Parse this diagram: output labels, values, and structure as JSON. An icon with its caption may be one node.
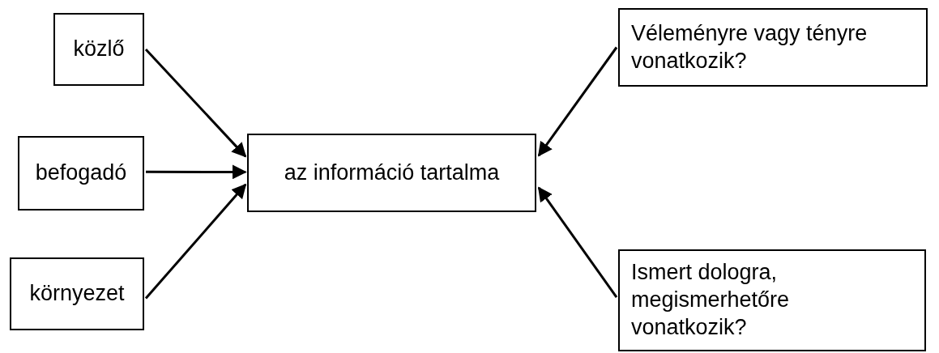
{
  "diagram": {
    "nodes": [
      {
        "text": [
          "közlő"
        ]
      },
      {
        "text": [
          "befogadó"
        ]
      },
      {
        "text": [
          "környezet"
        ]
      },
      {
        "text": [
          "az információ tartalma"
        ]
      },
      {
        "text": [
          "Véleményre vagy tényre vonatkozik?"
        ]
      },
      {
        "text": [
          "Ismert dologra, megismerhetőre vonatkozik?"
        ]
      }
    ],
    "edges": [
      {
        "from": 0,
        "to": 3,
        "arrow": "to"
      },
      {
        "from": 1,
        "to": 3,
        "arrow": "to"
      },
      {
        "from": 2,
        "to": 3,
        "arrow": "to"
      },
      {
        "from": 4,
        "to": 3,
        "arrow": "to"
      },
      {
        "from": 5,
        "to": 3,
        "arrow": "to"
      }
    ]
  }
}
